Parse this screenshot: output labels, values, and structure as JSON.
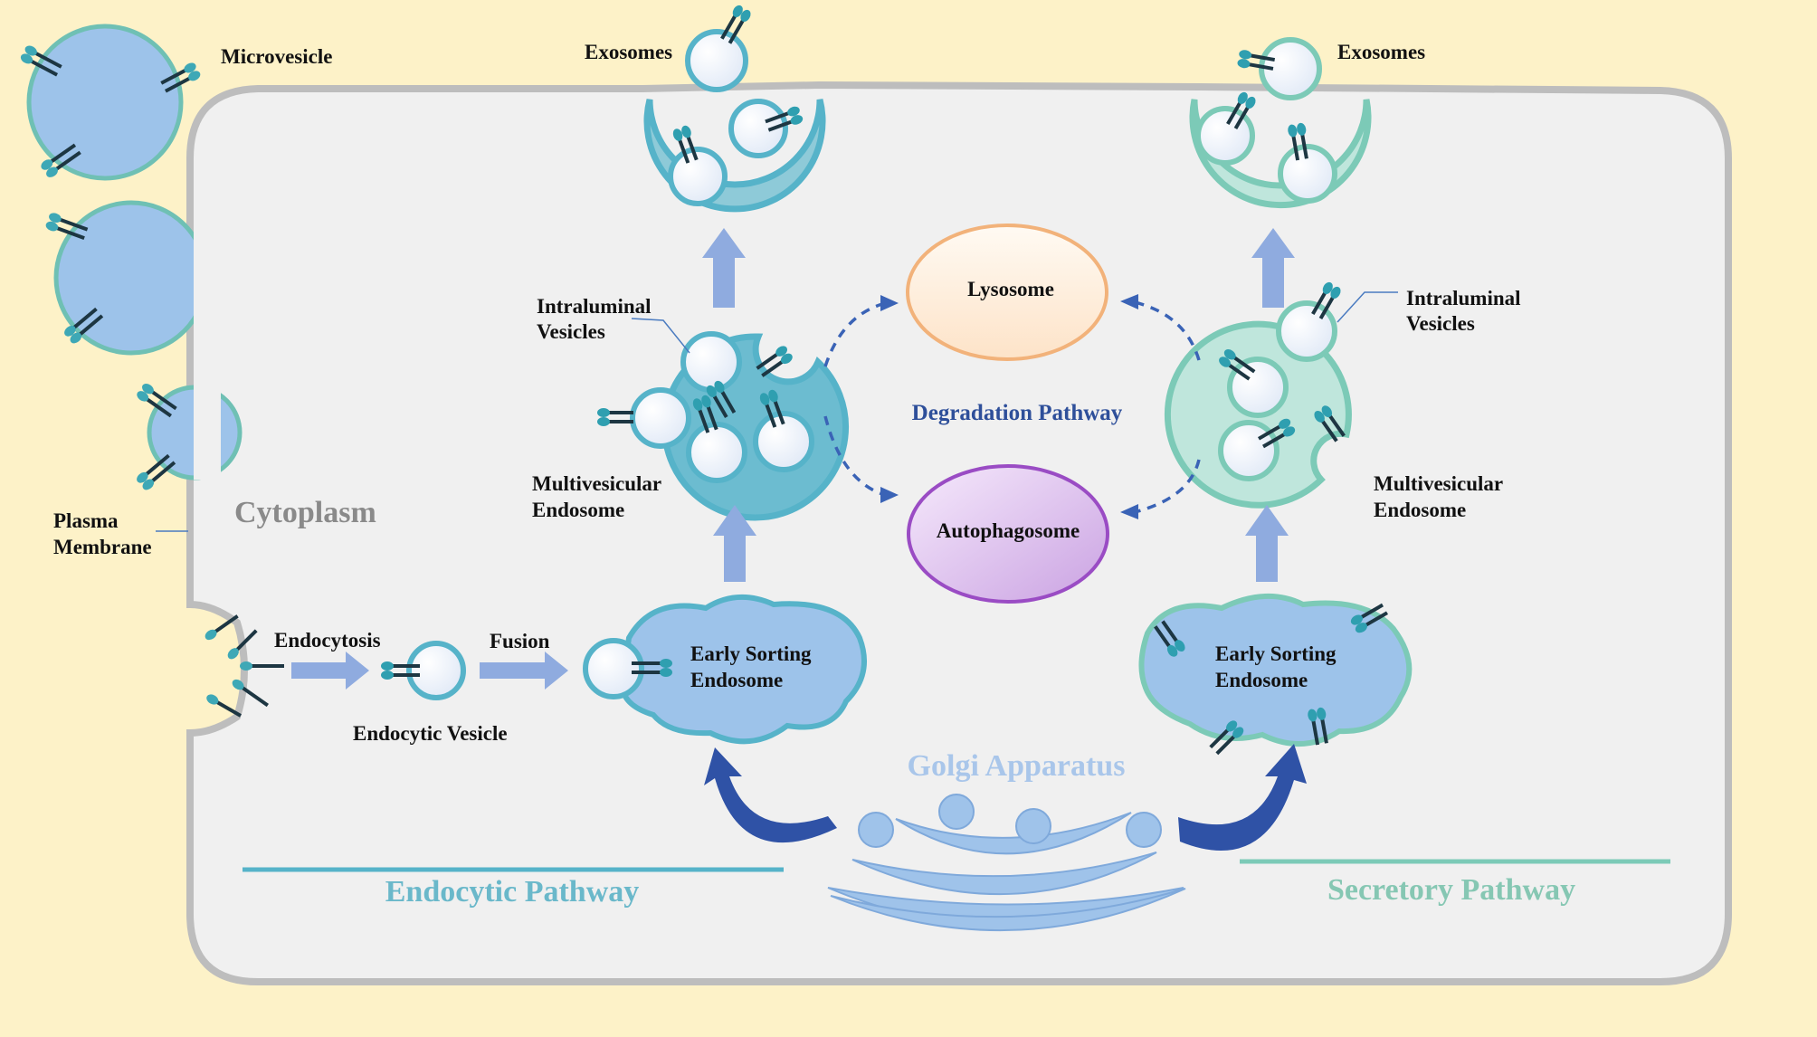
{
  "labels": {
    "microvesicle": "Microvesicle",
    "exosomes_left": "Exosomes",
    "exosomes_right": "Exosomes",
    "plasma_membrane_line1": "Plasma",
    "plasma_membrane_line2": "Membrane",
    "cytoplasm": "Cytoplasm",
    "intraluminal_left_line1": "Intraluminal",
    "intraluminal_left_line2": "Vesicles",
    "intraluminal_right_line1": "Intraluminal",
    "intraluminal_right_line2": "Vesicles",
    "mve_left_line1": "Multivesicular",
    "mve_left_line2": "Endosome",
    "mve_right_line1": "Multivesicular",
    "mve_right_line2": "Endosome",
    "lysosome": "Lysosome",
    "autophagosome": "Autophagosome",
    "degradation_pathway": "Degradation Pathway",
    "endocytosis": "Endocytosis",
    "fusion": "Fusion",
    "endocytic_vesicle": "Endocytic Vesicle",
    "early_sorting_left_line1": "Early Sorting",
    "early_sorting_left_line2": "Endosome",
    "early_sorting_right_line1": "Early Sorting",
    "early_sorting_right_line2": "Endosome",
    "golgi_apparatus": "Golgi Apparatus",
    "endocytic_pathway": "Endocytic Pathway",
    "secretory_pathway": "Secretory Pathway"
  },
  "colors": {
    "background": "#fdf2c8",
    "cell_fill": "#f0f0f0",
    "cell_border": "#bdbdbd",
    "endocytic_teal": "#56b3c9",
    "secretory_mint": "#7ccab7",
    "vesicle_blue": "#9dc3ea",
    "arrow_blue": "#8fabdf",
    "dark_arrow": "#2f52a6",
    "lysosome_border": "#f2b27a",
    "autophagosome_border": "#9a4cc4",
    "golgi_blue": "#9fc3ea",
    "pathway_text_teal": "#6ab8ca",
    "pathway_text_mint": "#86c7b3"
  }
}
